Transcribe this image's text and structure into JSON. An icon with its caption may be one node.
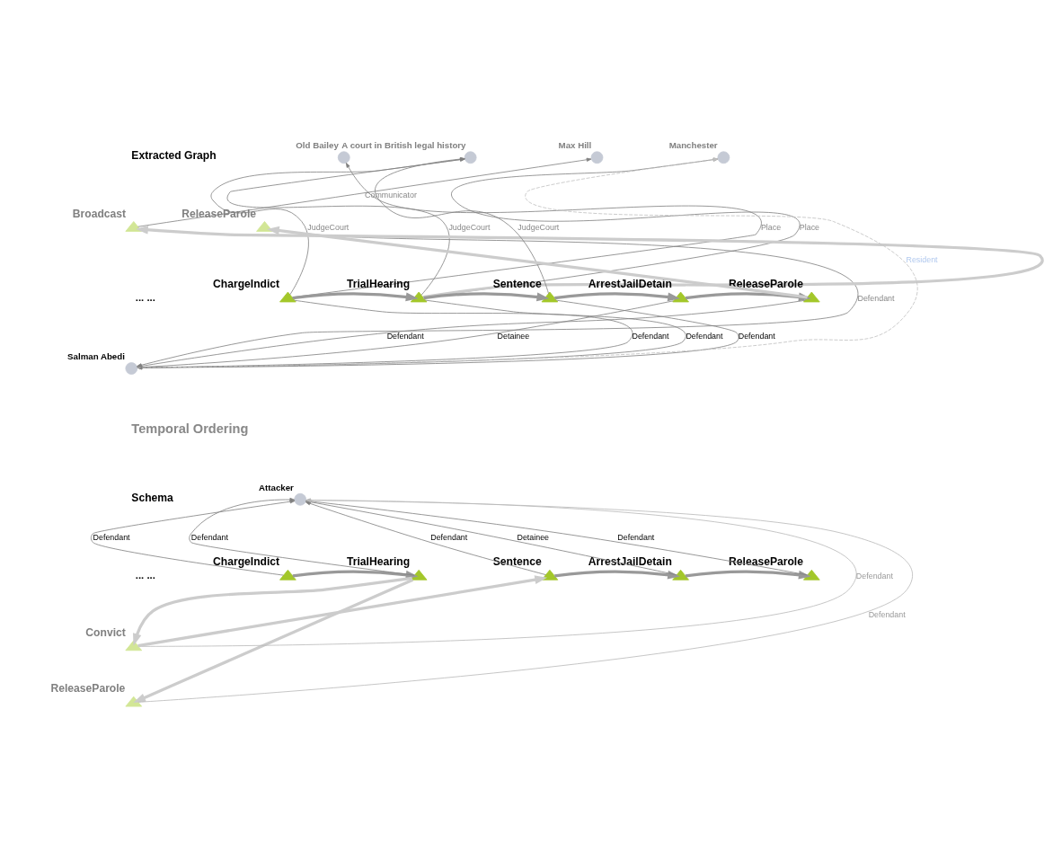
{
  "diagram": {
    "nodes": [
      {
        "text": [
          "Old Bailey"
        ]
      },
      {
        "text": [
          "A court in British legal history"
        ]
      },
      {
        "text": [
          "Max Hill"
        ]
      },
      {
        "text": [
          "Manchester"
        ]
      },
      {
        "text": [
          "Broadcast"
        ]
      },
      {
        "text": [
          "ReleaseParole"
        ]
      },
      {
        "text": [
          "ChargeIndict"
        ]
      },
      {
        "text": [
          "TrialHearing"
        ]
      },
      {
        "text": [
          "Sentence"
        ]
      },
      {
        "text": [
          "ArrestJailDetain"
        ]
      },
      {
        "text": [
          "ReleaseParole"
        ]
      },
      {
        "text": [
          "Salman Abedi"
        ]
      },
      {
        "text": [
          "Attacker"
        ]
      },
      {
        "text": [
          "ChargeIndict"
        ]
      },
      {
        "text": [
          "TrialHearing"
        ]
      },
      {
        "text": [
          "Sentence"
        ]
      },
      {
        "text": [
          "ArrestJailDetain"
        ]
      },
      {
        "text": [
          "ReleaseParole"
        ]
      },
      {
        "text": [
          "Convict"
        ]
      },
      {
        "text": [
          "ReleaseParole"
        ]
      }
    ],
    "edges": [
      {
        "from": 6,
        "to": 0,
        "arrow": "to",
        "label": "Place"
      },
      {
        "from": 6,
        "to": 1,
        "arrow": "to",
        "label": "JudgeCourt"
      },
      {
        "from": 7,
        "to": 1,
        "arrow": "to",
        "label": "JudgeCourt"
      },
      {
        "from": 8,
        "to": 1,
        "arrow": "to",
        "label": "JudgeCourt"
      },
      {
        "from": 4,
        "to": 2,
        "arrow": "to",
        "label": "Communicator"
      },
      {
        "from": 7,
        "to": 3,
        "arrow": "to",
        "label": "Place"
      },
      {
        "from": 11,
        "to": 3,
        "arrow": "to",
        "label": "Resident",
        "style": "dashed",
        "color": "#c0c0c0"
      },
      {
        "from": 6,
        "to": 7,
        "arrow": "to",
        "style": "thick",
        "color": "#999999"
      },
      {
        "from": 7,
        "to": 8,
        "arrow": "to",
        "style": "thick",
        "color": "#999999"
      },
      {
        "from": 8,
        "to": 9,
        "arrow": "to",
        "style": "thick",
        "color": "#999999"
      },
      {
        "from": 9,
        "to": 10,
        "arrow": "to",
        "style": "thick",
        "color": "#999999"
      },
      {
        "from": 7,
        "to": 4,
        "arrow": "to",
        "style": "thick",
        "color": "#cccccc"
      },
      {
        "from": 10,
        "to": 5,
        "arrow": "to",
        "style": "thick",
        "color": "#cccccc"
      },
      {
        "from": 6,
        "to": 11,
        "arrow": "to",
        "label": "Defendant"
      },
      {
        "from": 7,
        "to": 11,
        "arrow": "to",
        "label": "Defendant"
      },
      {
        "from": 8,
        "to": 11,
        "arrow": "to",
        "label": "Defendant"
      },
      {
        "from": 9,
        "to": 11,
        "arrow": "to",
        "label": "Detainee"
      },
      {
        "from": 10,
        "to": 11,
        "arrow": "to",
        "label": "Defendant"
      },
      {
        "from": 5,
        "to": 11,
        "arrow": "to",
        "label": "Defendant"
      },
      {
        "from": 13,
        "to": 12,
        "arrow": "to",
        "label": "Defendant"
      },
      {
        "from": 14,
        "to": 12,
        "arrow": "to",
        "label": "Defendant"
      },
      {
        "from": 18,
        "to": 12,
        "arrow": "to",
        "label": "Defendant",
        "color": "#b8b8b8"
      },
      {
        "from": 15,
        "to": 12,
        "arrow": "to",
        "label": "Defendant"
      },
      {
        "from": 19,
        "to": 12,
        "arrow": "to",
        "label": "Defendant",
        "color": "#b8b8b8"
      },
      {
        "from": 16,
        "to": 12,
        "arrow": "to",
        "label": "Detainee"
      },
      {
        "from": 17,
        "to": 12,
        "arrow": "to",
        "label": "Defendant"
      },
      {
        "from": 13,
        "to": 14,
        "arrow": "to",
        "style": "thick",
        "color": "#999999"
      },
      {
        "from": 15,
        "to": 16,
        "arrow": "to",
        "style": "thick",
        "color": "#999999"
      },
      {
        "from": 16,
        "to": 17,
        "arrow": "to",
        "style": "thick",
        "color": "#999999"
      },
      {
        "from": 14,
        "to": 18,
        "arrow": "to",
        "style": "thick",
        "color": "#cccccc"
      },
      {
        "from": 18,
        "to": 15,
        "arrow": "to",
        "style": "thick",
        "color": "#cccccc"
      },
      {
        "from": 14,
        "to": 19,
        "arrow": "to",
        "style": "thick",
        "color": "#cccccc"
      }
    ],
    "labels": [
      "Extracted Graph",
      "... ...",
      "Temporal Ordering",
      "Schema",
      "... ..."
    ]
  }
}
